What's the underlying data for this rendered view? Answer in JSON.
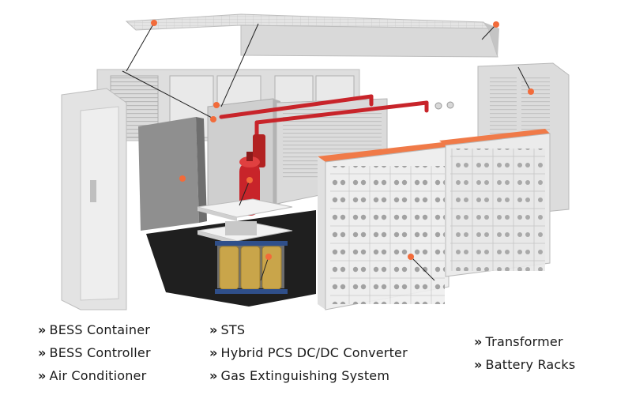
{
  "legend": {
    "marker": "»",
    "column1": [
      "BESS Container",
      "BESS Controller",
      "Air Conditioner"
    ],
    "column2": [
      "STS",
      "Hybrid PCS DC/DC Converter",
      "Gas Extinguishing System"
    ],
    "column3": [
      "Transformer",
      "Battery Racks"
    ]
  },
  "colors": {
    "accent": "#f26b3a",
    "panel_light": "#ececec",
    "panel_mid": "#d8d8d8",
    "panel_dark": "#b5b5b5",
    "floor": "#1e1e1e",
    "pipe": "#c8242a",
    "transformer_coil": "#c9a54a"
  },
  "icons": {
    "callout_marker": "orange-dot"
  }
}
